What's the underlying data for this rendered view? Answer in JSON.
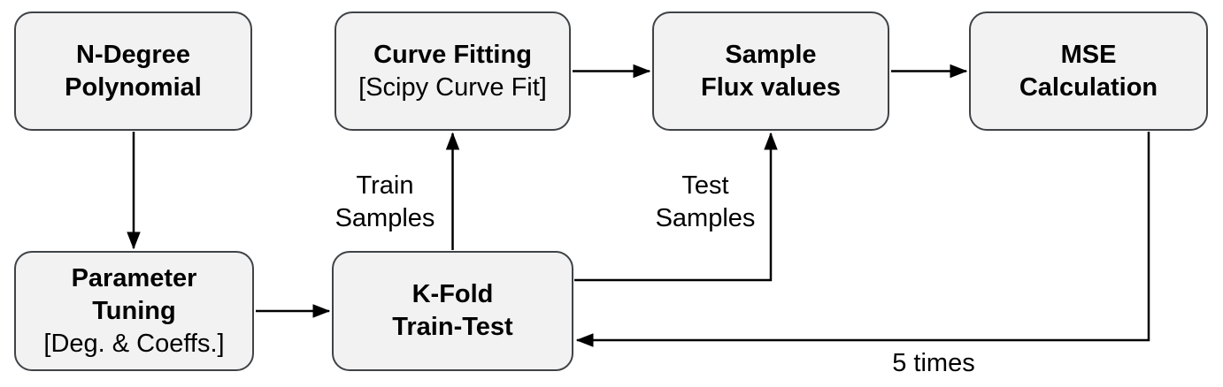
{
  "diagram": {
    "colors": {
      "background": "#ffffff",
      "node_fill": "#f2f2f2",
      "node_border": "#3f4347",
      "arrow": "#000000",
      "text": "#000000"
    },
    "nodes": [
      {
        "id": "n-degree-polynomial",
        "title": "N-Degree\nPolynomial",
        "subtitle": ""
      },
      {
        "id": "curve-fitting",
        "title": "Curve Fitting",
        "subtitle": "[Scipy Curve Fit]"
      },
      {
        "id": "sample-flux-values",
        "title": "Sample\nFlux values",
        "subtitle": ""
      },
      {
        "id": "mse-calculation",
        "title": "MSE\nCalculation",
        "subtitle": ""
      },
      {
        "id": "parameter-tuning",
        "title": "Parameter\nTuning",
        "subtitle": "[Deg. & Coeffs.]"
      },
      {
        "id": "k-fold-train-test",
        "title": "K-Fold\nTrain-Test",
        "subtitle": ""
      }
    ],
    "edge_labels": {
      "train_samples": "Train\nSamples",
      "test_samples": "Test\nSamples",
      "loop_count": "5 times"
    },
    "edges": [
      {
        "from": "n-degree-polynomial",
        "to": "parameter-tuning",
        "label": ""
      },
      {
        "from": "parameter-tuning",
        "to": "k-fold-train-test",
        "label": ""
      },
      {
        "from": "k-fold-train-test",
        "to": "curve-fitting",
        "label": "Train Samples"
      },
      {
        "from": "curve-fitting",
        "to": "sample-flux-values",
        "label": ""
      },
      {
        "from": "k-fold-train-test",
        "to": "sample-flux-values",
        "label": "Test Samples"
      },
      {
        "from": "sample-flux-values",
        "to": "mse-calculation",
        "label": ""
      },
      {
        "from": "mse-calculation",
        "to": "k-fold-train-test",
        "label": "5 times"
      }
    ]
  }
}
